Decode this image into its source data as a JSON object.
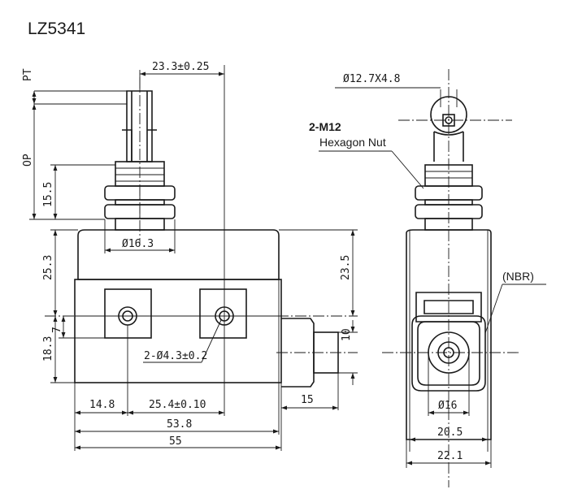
{
  "title": "LZ5341",
  "front_view": {
    "dims": {
      "pt": "PT",
      "op": "OP",
      "plunger_offset": "23.3±0.25",
      "thread_length": "15.5",
      "nut_dia": "Ø16.3",
      "body_upper": "25.3",
      "body_right": "23.5",
      "hole_offset": "7",
      "lower_height": "18.3",
      "shaft_height": "10",
      "holes": "2-Ø4.3±0.2",
      "hole_left": "14.8",
      "hole_pitch": "25.4±0.10",
      "shaft_length": "15",
      "body_inner": "53.8",
      "body_total": "55"
    }
  },
  "side_view": {
    "roller": "Ø12.7X4.8",
    "nut_label_1": "2-M12",
    "nut_label_2": "Hexagon Nut",
    "seal": "(NBR)",
    "boss_dia": "Ø16",
    "width_inner": "20.5",
    "width_outer": "22.1"
  }
}
